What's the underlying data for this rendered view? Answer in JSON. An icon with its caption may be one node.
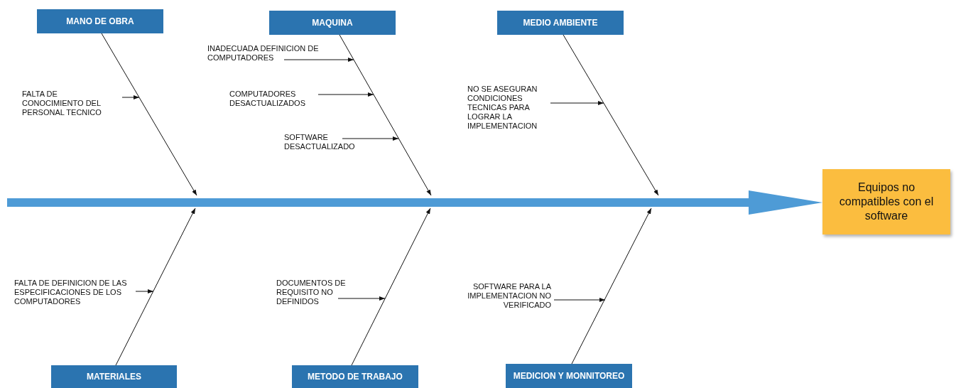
{
  "diagram": {
    "nodes": [
      {
        "text": [
          "MANO DE OBRA"
        ]
      },
      {
        "text": [
          "MAQUINA"
        ]
      },
      {
        "text": [
          "MEDIO AMBIENTE"
        ]
      },
      {
        "text": [
          "Equipos no compatibles con el software"
        ]
      },
      {
        "text": [
          "MATERIALES"
        ]
      },
      {
        "text": [
          "METODO DE TRABAJO"
        ]
      },
      {
        "text": [
          "MEDICION Y MONNITOREO"
        ]
      },
      {
        "text": [
          "FALTA DE CONOCIMIENTO DEL PERSONAL TECNICO"
        ]
      },
      {
        "text": [
          "INADECUADA DEFINICION DE COMPUTADORES"
        ]
      },
      {
        "text": [
          "COMPUTADORES DESACTUALIZADOS"
        ]
      },
      {
        "text": [
          "SOFTWARE DESACTUALIZADO"
        ]
      },
      {
        "text": [
          "NO SE ASEGURAN CONDICIONES TECNICAS PARA LOGRAR LA IMPLEMENTACION"
        ]
      },
      {
        "text": [
          "FALTA DE DEFINICION DE LAS ESPECIFICACIONES DE LOS COMPUTADORES"
        ]
      },
      {
        "text": [
          "DOCUMENTOS DE REQUISITO NO DEFINIDOS"
        ]
      },
      {
        "text": [
          "SOFTWARE PARA LA IMPLEMENTACION NO VERIFICADO"
        ]
      }
    ],
    "edges": [
      {
        "from": null,
        "to": 3,
        "arrow": "to",
        "style": "thick",
        "color": "#4e9bd6"
      },
      {
        "from": 0,
        "to": null,
        "arrow": "to"
      },
      {
        "from": 1,
        "to": null,
        "arrow": "to"
      },
      {
        "from": 2,
        "to": null,
        "arrow": "to"
      },
      {
        "from": 4,
        "to": null,
        "arrow": "to"
      },
      {
        "from": 5,
        "to": null,
        "arrow": "to"
      },
      {
        "from": 6,
        "to": null,
        "arrow": "to"
      },
      {
        "from": 7,
        "to": null,
        "arrow": "to"
      },
      {
        "from": 8,
        "to": null,
        "arrow": "to"
      },
      {
        "from": 9,
        "to": null,
        "arrow": "to"
      },
      {
        "from": 10,
        "to": null,
        "arrow": "to"
      },
      {
        "from": 11,
        "to": null,
        "arrow": "to"
      },
      {
        "from": 12,
        "to": null,
        "arrow": "to"
      },
      {
        "from": 13,
        "to": null,
        "arrow": "to"
      },
      {
        "from": 14,
        "to": null,
        "arrow": "to"
      }
    ]
  }
}
